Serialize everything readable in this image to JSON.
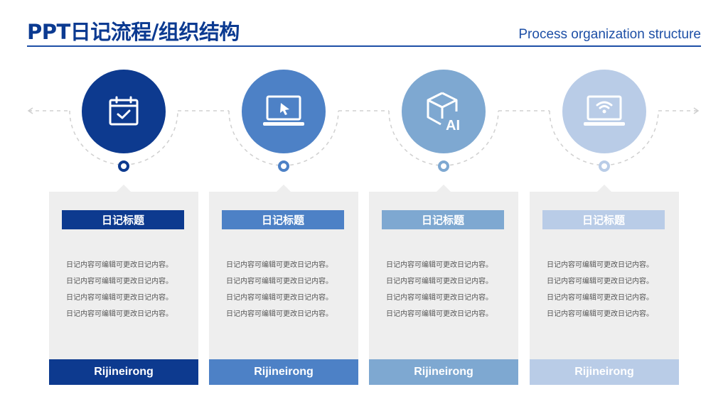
{
  "header": {
    "title": "PPT日记流程/组织结构",
    "subtitle": "Process organization structure"
  },
  "colors": {
    "accent": "#1d4fa6",
    "step1": "#0d3a8f",
    "step2": "#4d81c6",
    "step3": "#7ea8d1",
    "step4": "#b9cce7",
    "card_bg": "#eeeeee"
  },
  "steps": [
    {
      "icon": "calendar-check-icon",
      "title": "日记标题",
      "lines": [
        "日记内容可编辑可更改日记内容。",
        "日记内容可编辑可更改日记内容。",
        "日记内容可编辑可更改日记内容。",
        "日记内容可编辑可更改日记内容。"
      ],
      "footer": "Rijineirong"
    },
    {
      "icon": "laptop-cursor-icon",
      "title": "日记标题",
      "lines": [
        "日记内容可编辑可更改日记内容。",
        "日记内容可编辑可更改日记内容。",
        "日记内容可编辑可更改日记内容。",
        "日记内容可编辑可更改日记内容。"
      ],
      "footer": "Rijineirong"
    },
    {
      "icon": "cube-ai-icon",
      "title": "日记标题",
      "lines": [
        "日记内容可编辑可更改日记内容。",
        "日记内容可编辑可更改日记内容。",
        "日记内容可编辑可更改日记内容。",
        "日记内容可编辑可更改日记内容。"
      ],
      "footer": "Rijineirong"
    },
    {
      "icon": "laptop-wifi-icon",
      "title": "日记标题",
      "lines": [
        "日记内容可编辑可更改日记内容。",
        "日记内容可编辑可更改日记内容。",
        "日记内容可编辑可更改日记内容。",
        "日记内容可编辑可更改日记内容。"
      ],
      "footer": "Rijineirong"
    }
  ]
}
